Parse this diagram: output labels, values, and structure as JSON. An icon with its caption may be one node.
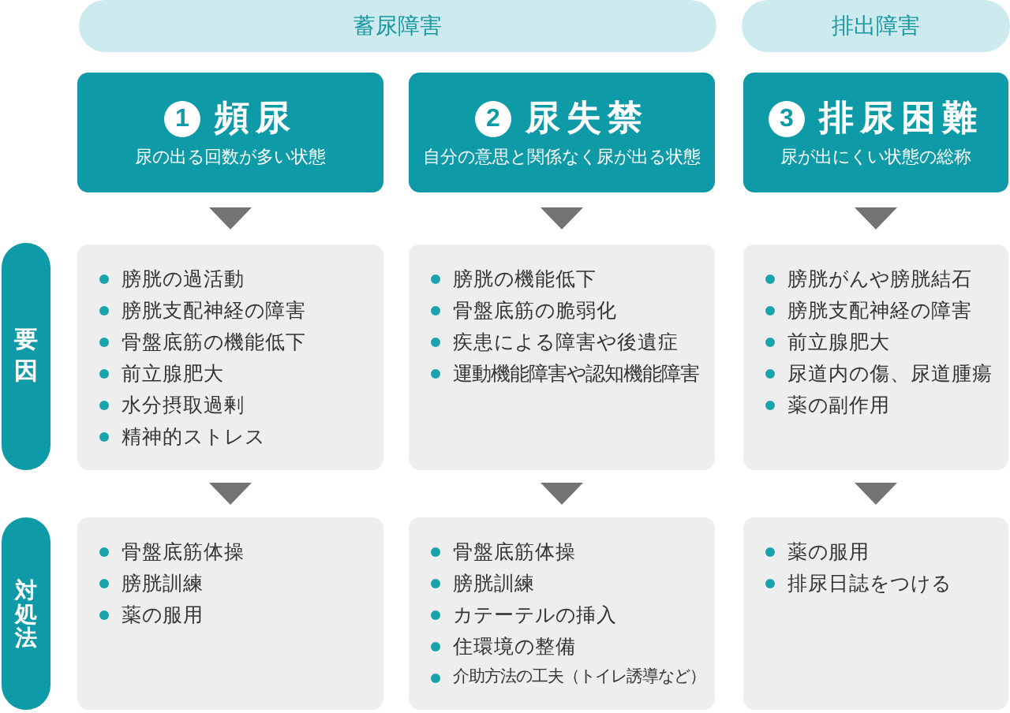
{
  "diagram": {
    "nodes": [
      {
        "text": [
          "蓄尿障害"
        ]
      },
      {
        "text": [
          "排出障害"
        ]
      },
      {
        "text": [
          "1",
          "頻尿",
          "尿の出る回数が多い状態"
        ]
      },
      {
        "text": [
          "2",
          "尿失禁",
          "自分の意思と関係なく尿が出る状態"
        ]
      },
      {
        "text": [
          "3",
          "排尿困難",
          "尿が出にくい状態の総称"
        ]
      },
      {
        "text": [
          "要因"
        ]
      },
      {
        "text": [
          "膀胱の過活動",
          "膀胱支配神経の障害",
          "骨盤底筋の機能低下",
          "前立腺肥大",
          "水分摂取過剰",
          "精神的ストレス"
        ]
      },
      {
        "text": [
          "膀胱の機能低下",
          "骨盤底筋の脆弱化",
          "疾患による障害や後遺症",
          "運動機能障害や認知機能障害"
        ]
      },
      {
        "text": [
          "膀胱がんや膀胱結石",
          "膀胱支配神経の障害",
          "前立腺肥大",
          "尿道内の傷、尿道腫瘍",
          "薬の副作用"
        ]
      },
      {
        "text": [
          "対処法"
        ]
      },
      {
        "text": [
          "骨盤底筋体操",
          "膀胱訓練",
          "薬の服用"
        ]
      },
      {
        "text": [
          "骨盤底筋体操",
          "膀胱訓練",
          "カテーテルの挿入",
          "住環境の整備",
          "介助方法の工夫（トイレ誘導など）"
        ]
      },
      {
        "text": [
          "薬の服用",
          "排尿日誌をつける"
        ]
      }
    ],
    "edges": [
      {
        "from": 2,
        "to": 6,
        "arrow": "to"
      },
      {
        "from": 3,
        "to": 7,
        "arrow": "to"
      },
      {
        "from": 4,
        "to": 8,
        "arrow": "to"
      },
      {
        "from": 6,
        "to": 10,
        "arrow": "to"
      },
      {
        "from": 7,
        "to": 11,
        "arrow": "to"
      },
      {
        "from": 8,
        "to": 12,
        "arrow": "to"
      }
    ]
  }
}
